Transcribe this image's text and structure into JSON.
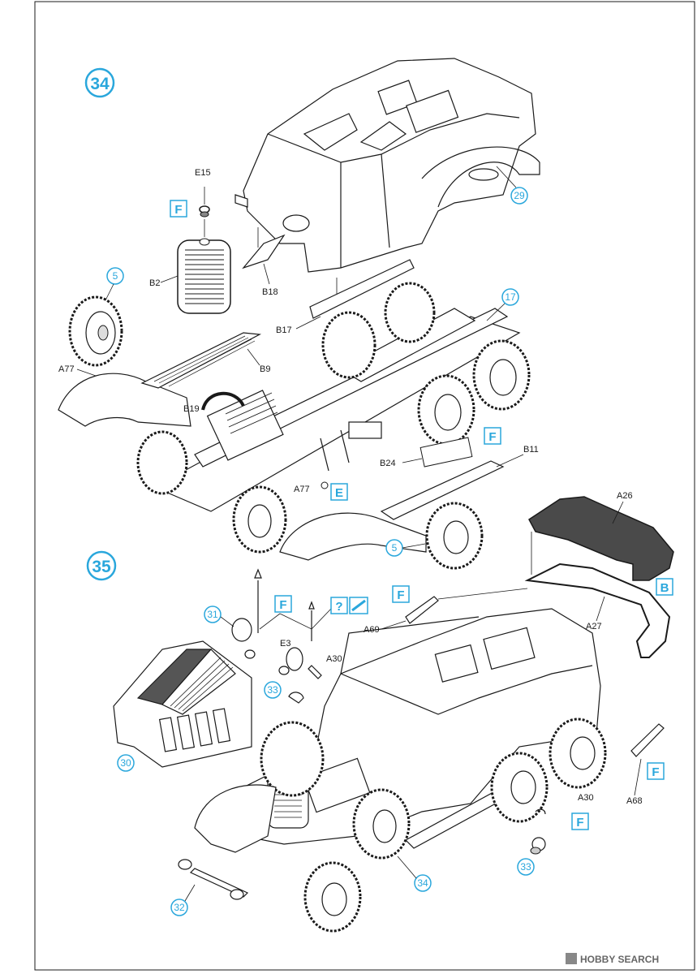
{
  "steps": {
    "s34": "34",
    "s35": "35"
  },
  "refs": {
    "r29": "29",
    "r5a": "5",
    "r17": "17",
    "r5b": "5",
    "r31": "31",
    "r33a": "33",
    "r30": "30",
    "r32": "32",
    "r34": "34",
    "r33b": "33"
  },
  "tags": {
    "f1": "F",
    "f2": "F",
    "e1": "E",
    "f3": "F",
    "f4": "F",
    "q": "?",
    "b": "B",
    "f5": "F",
    "f6": "F"
  },
  "parts": {
    "E15": "E15",
    "B2": "B2",
    "B18": "B18",
    "B17": "B17",
    "A77a": "A77",
    "B9": "B9",
    "B19": "B19",
    "B24": "B24",
    "B11": "B11",
    "A77b": "A77",
    "A26": "A26",
    "A27": "A27",
    "A69": "A69",
    "E3": "E3",
    "A30a": "A30",
    "A68": "A68",
    "A30b": "A30"
  },
  "watermark": "HOBBY SEARCH",
  "colors": {
    "accent": "#2aa7dc",
    "line": "#1a1a1a",
    "hood_dark": "#4a4a4a"
  }
}
